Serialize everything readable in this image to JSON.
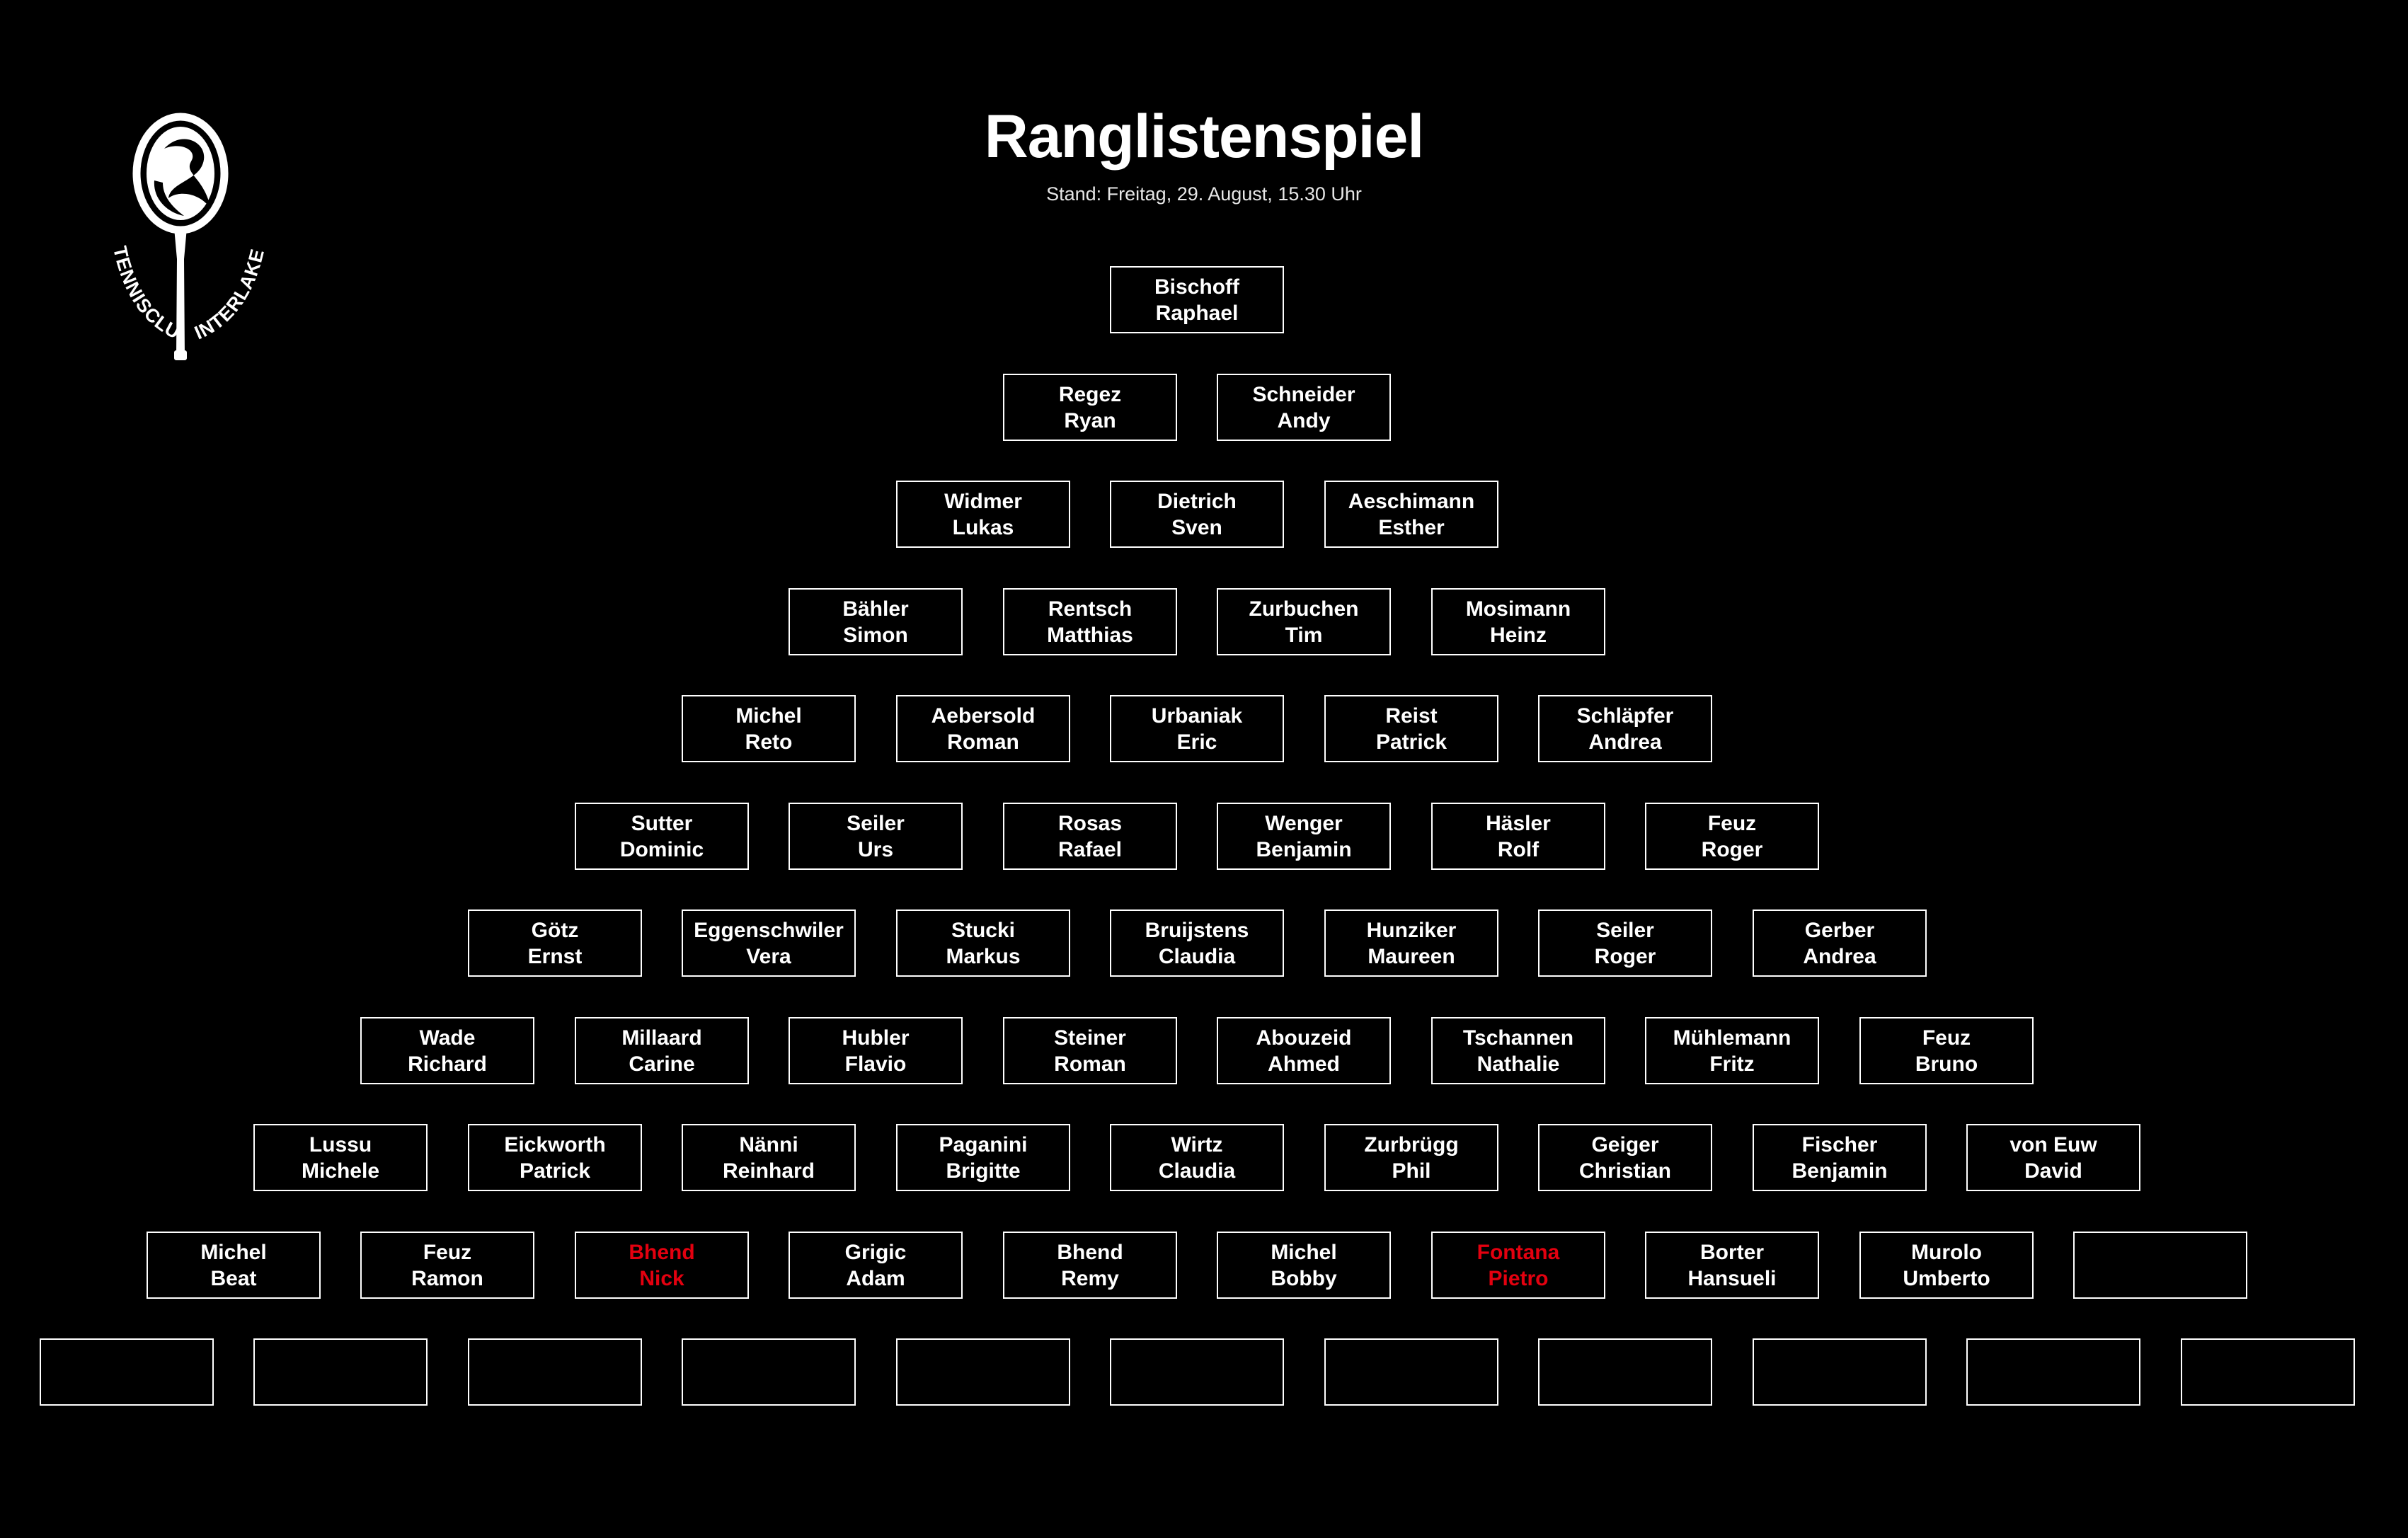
{
  "header": {
    "title": "Ranglistenspiel",
    "subtitle": "Stand: Freitag, 29. August, 15.30 Uhr"
  },
  "logo": {
    "icon": "tennis-racket-logo-icon",
    "text_left": "TENNISCLUB",
    "text_right": "INTERLAKEN"
  },
  "colors": {
    "background": "#000000",
    "text": "#ffffff",
    "highlight": "#e3000f"
  },
  "rows": [
    [
      {
        "last": "Bischoff",
        "first": "Raphael"
      }
    ],
    [
      {
        "last": "Regez",
        "first": "Ryan"
      },
      {
        "last": "Schneider",
        "first": "Andy"
      }
    ],
    [
      {
        "last": "Widmer",
        "first": "Lukas"
      },
      {
        "last": "Dietrich",
        "first": "Sven"
      },
      {
        "last": "Aeschimann",
        "first": "Esther"
      }
    ],
    [
      {
        "last": "Bähler",
        "first": "Simon"
      },
      {
        "last": "Rentsch",
        "first": "Matthias"
      },
      {
        "last": "Zurbuchen",
        "first": "Tim"
      },
      {
        "last": "Mosimann",
        "first": "Heinz"
      }
    ],
    [
      {
        "last": "Michel",
        "first": "Reto"
      },
      {
        "last": "Aebersold",
        "first": "Roman"
      },
      {
        "last": "Urbaniak",
        "first": "Eric"
      },
      {
        "last": "Reist",
        "first": "Patrick"
      },
      {
        "last": "Schläpfer",
        "first": "Andrea"
      }
    ],
    [
      {
        "last": "Sutter",
        "first": "Dominic"
      },
      {
        "last": "Seiler",
        "first": "Urs"
      },
      {
        "last": "Rosas",
        "first": "Rafael"
      },
      {
        "last": "Wenger",
        "first": "Benjamin"
      },
      {
        "last": "Häsler",
        "first": "Rolf"
      },
      {
        "last": "Feuz",
        "first": "Roger"
      }
    ],
    [
      {
        "last": "Götz",
        "first": "Ernst"
      },
      {
        "last": "Eggenschwiler",
        "first": "Vera"
      },
      {
        "last": "Stucki",
        "first": "Markus"
      },
      {
        "last": "Bruijstens",
        "first": "Claudia"
      },
      {
        "last": "Hunziker",
        "first": "Maureen"
      },
      {
        "last": "Seiler",
        "first": "Roger"
      },
      {
        "last": "Gerber",
        "first": "Andrea"
      }
    ],
    [
      {
        "last": "Wade",
        "first": "Richard"
      },
      {
        "last": "Millaard",
        "first": "Carine"
      },
      {
        "last": "Hubler",
        "first": "Flavio"
      },
      {
        "last": "Steiner",
        "first": "Roman"
      },
      {
        "last": "Abouzeid",
        "first": "Ahmed"
      },
      {
        "last": "Tschannen",
        "first": "Nathalie"
      },
      {
        "last": "Mühlemann",
        "first": "Fritz"
      },
      {
        "last": "Feuz",
        "first": "Bruno"
      }
    ],
    [
      {
        "last": "Lussu",
        "first": "Michele"
      },
      {
        "last": "Eickworth",
        "first": "Patrick"
      },
      {
        "last": "Nänni",
        "first": "Reinhard"
      },
      {
        "last": "Paganini",
        "first": "Brigitte"
      },
      {
        "last": "Wirtz",
        "first": "Claudia"
      },
      {
        "last": "Zurbrügg",
        "first": "Phil"
      },
      {
        "last": "Geiger",
        "first": "Christian"
      },
      {
        "last": "Fischer",
        "first": "Benjamin"
      },
      {
        "last": "von Euw",
        "first": "David"
      }
    ],
    [
      {
        "last": "Michel",
        "first": "Beat"
      },
      {
        "last": "Feuz",
        "first": "Ramon"
      },
      {
        "last": "Bhend",
        "first": "Nick",
        "highlight": true
      },
      {
        "last": "Grigic",
        "first": "Adam"
      },
      {
        "last": "Bhend",
        "first": "Remy"
      },
      {
        "last": "Michel",
        "first": "Bobby"
      },
      {
        "last": "Fontana",
        "first": "Pietro",
        "highlight": true
      },
      {
        "last": "Borter",
        "first": "Hansueli"
      },
      {
        "last": "Murolo",
        "first": "Umberto"
      },
      {
        "last": "",
        "first": ""
      }
    ],
    [
      {
        "last": "",
        "first": ""
      },
      {
        "last": "",
        "first": ""
      },
      {
        "last": "",
        "first": ""
      },
      {
        "last": "",
        "first": ""
      },
      {
        "last": "",
        "first": ""
      },
      {
        "last": "",
        "first": ""
      },
      {
        "last": "",
        "first": ""
      },
      {
        "last": "",
        "first": ""
      },
      {
        "last": "",
        "first": ""
      },
      {
        "last": "",
        "first": ""
      },
      {
        "last": "",
        "first": ""
      }
    ]
  ]
}
